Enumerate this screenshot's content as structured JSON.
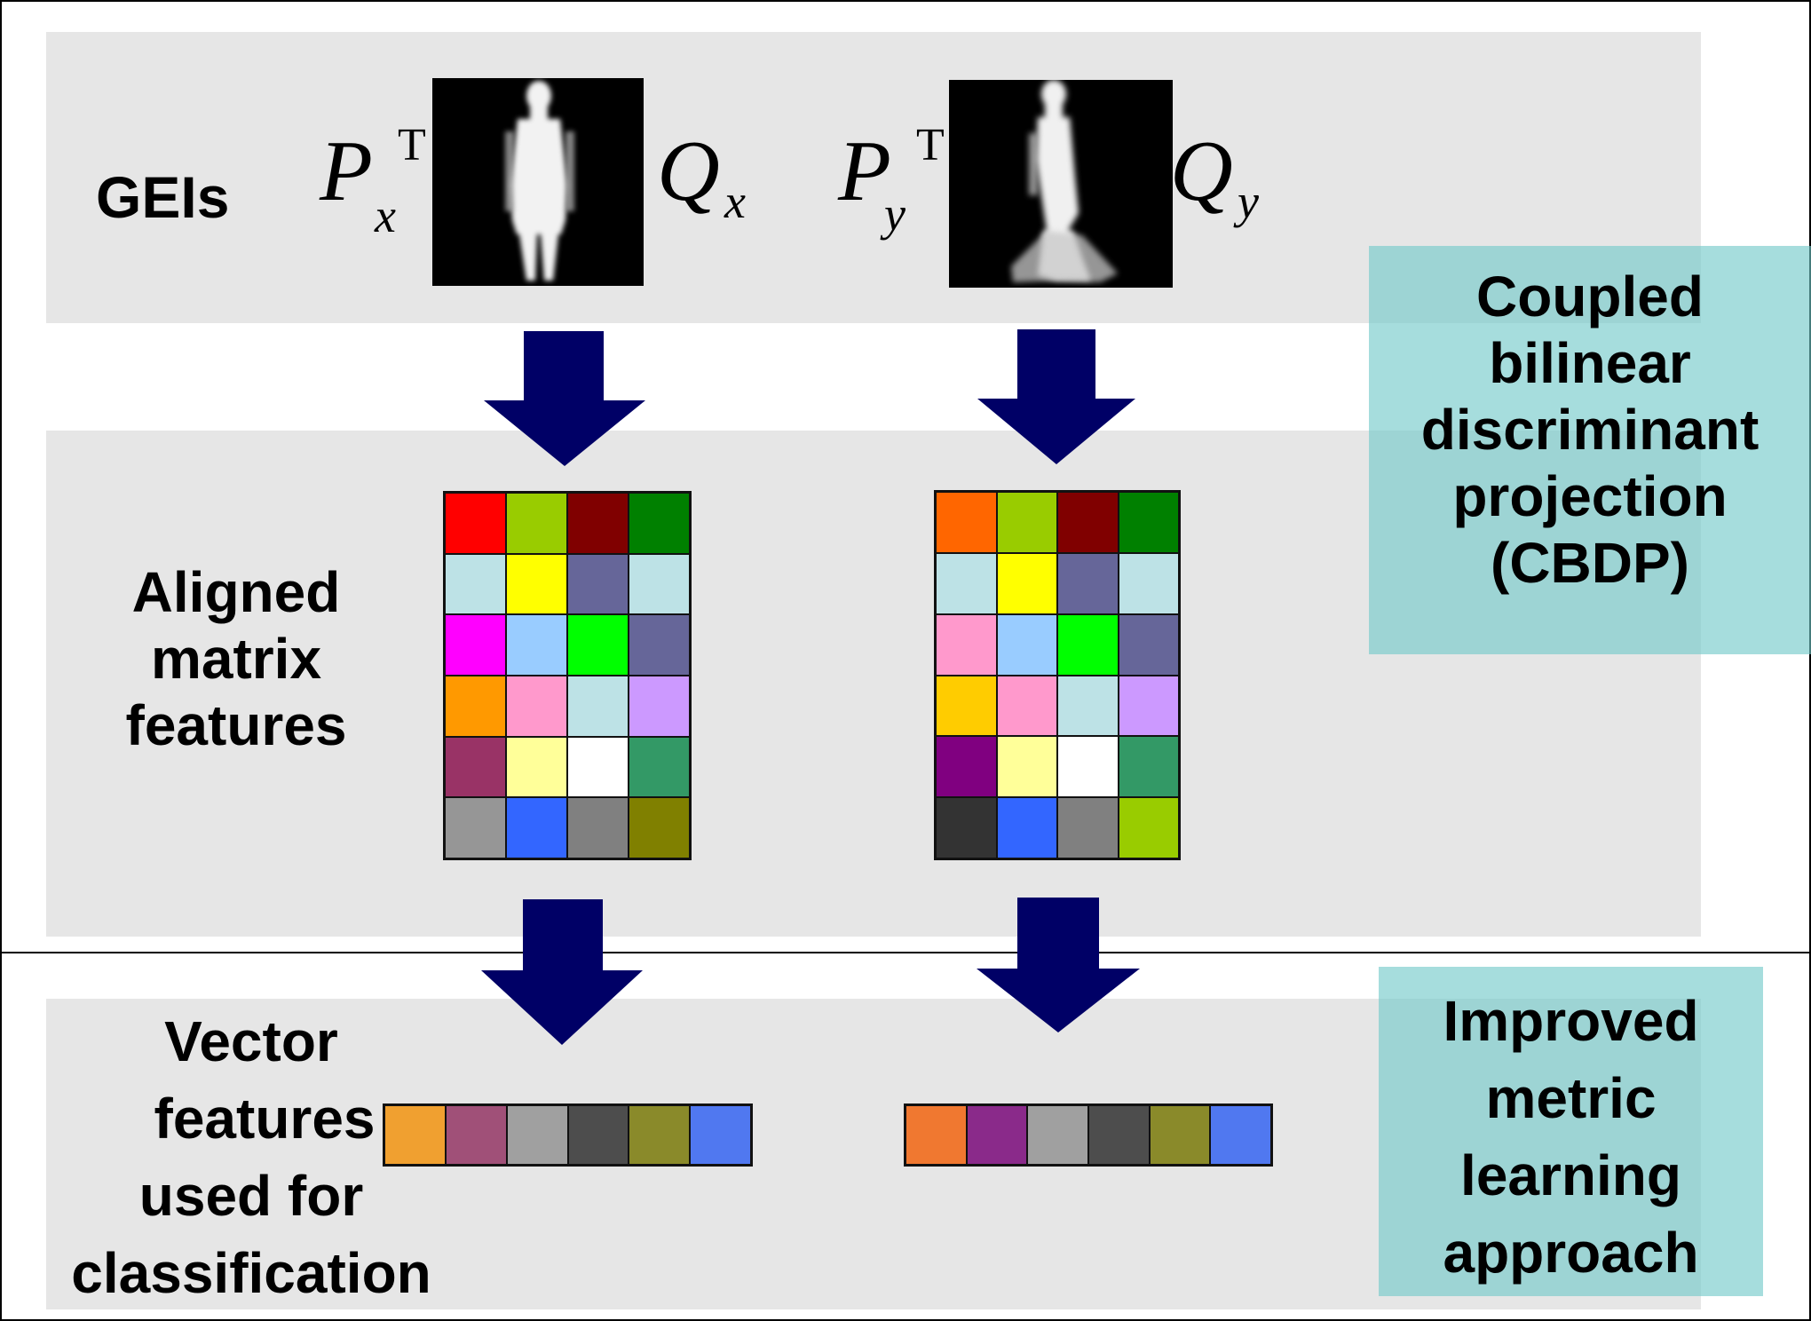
{
  "labels": {
    "geis": "GEIs",
    "aligned": [
      "Aligned",
      "matrix",
      "features"
    ],
    "vector": [
      "Vector",
      "features",
      "used for",
      "classification"
    ],
    "cbdp": [
      "Coupled",
      "bilinear",
      "discriminant",
      "projection",
      "(CBDP)"
    ],
    "metric": [
      "Improved",
      "metric",
      "learning",
      "approach"
    ]
  },
  "math": {
    "px": {
      "base": "P",
      "sup": "T",
      "sub": "x"
    },
    "qx": {
      "base": "Q",
      "sub": "x"
    },
    "py": {
      "base": "P",
      "sup": "T",
      "sub": "y"
    },
    "qy": {
      "base": "Q",
      "sub": "y"
    }
  },
  "colors": {
    "band": "#e6e6e6",
    "arrow": "#000066",
    "teal": "#70c8c8"
  },
  "matrix_x": [
    [
      "#ff0000",
      "#99cc00",
      "#800000",
      "#008000"
    ],
    [
      "#bde2e6",
      "#ffff00",
      "#666699",
      "#bde2e6"
    ],
    [
      "#ff00ff",
      "#99ccff",
      "#00ff00",
      "#666699"
    ],
    [
      "#ff9900",
      "#ff99cc",
      "#bde2e6",
      "#cc99ff"
    ],
    [
      "#993366",
      "#ffff99",
      "#ffffff",
      "#339966"
    ],
    [
      "#969696",
      "#3366ff",
      "#808080",
      "#808000"
    ]
  ],
  "matrix_y": [
    [
      "#ff6600",
      "#99cc00",
      "#800000",
      "#008000"
    ],
    [
      "#bde2e6",
      "#ffff00",
      "#666699",
      "#bde2e6"
    ],
    [
      "#ff99cc",
      "#99ccff",
      "#00ff00",
      "#666699"
    ],
    [
      "#ffcc00",
      "#ff99cc",
      "#bde2e6",
      "#cc99ff"
    ],
    [
      "#800080",
      "#ffff99",
      "#ffffff",
      "#339966"
    ],
    [
      "#333333",
      "#3366ff",
      "#808080",
      "#99cc00"
    ]
  ],
  "vector_x": [
    "#f0a030",
    "#a05078",
    "#a0a0a0",
    "#4d4d4d",
    "#8a8a2a",
    "#5078f0"
  ],
  "vector_y": [
    "#f07830",
    "#8a2a8a",
    "#a0a0a0",
    "#4d4d4d",
    "#8a8a2a",
    "#5078f0"
  ]
}
